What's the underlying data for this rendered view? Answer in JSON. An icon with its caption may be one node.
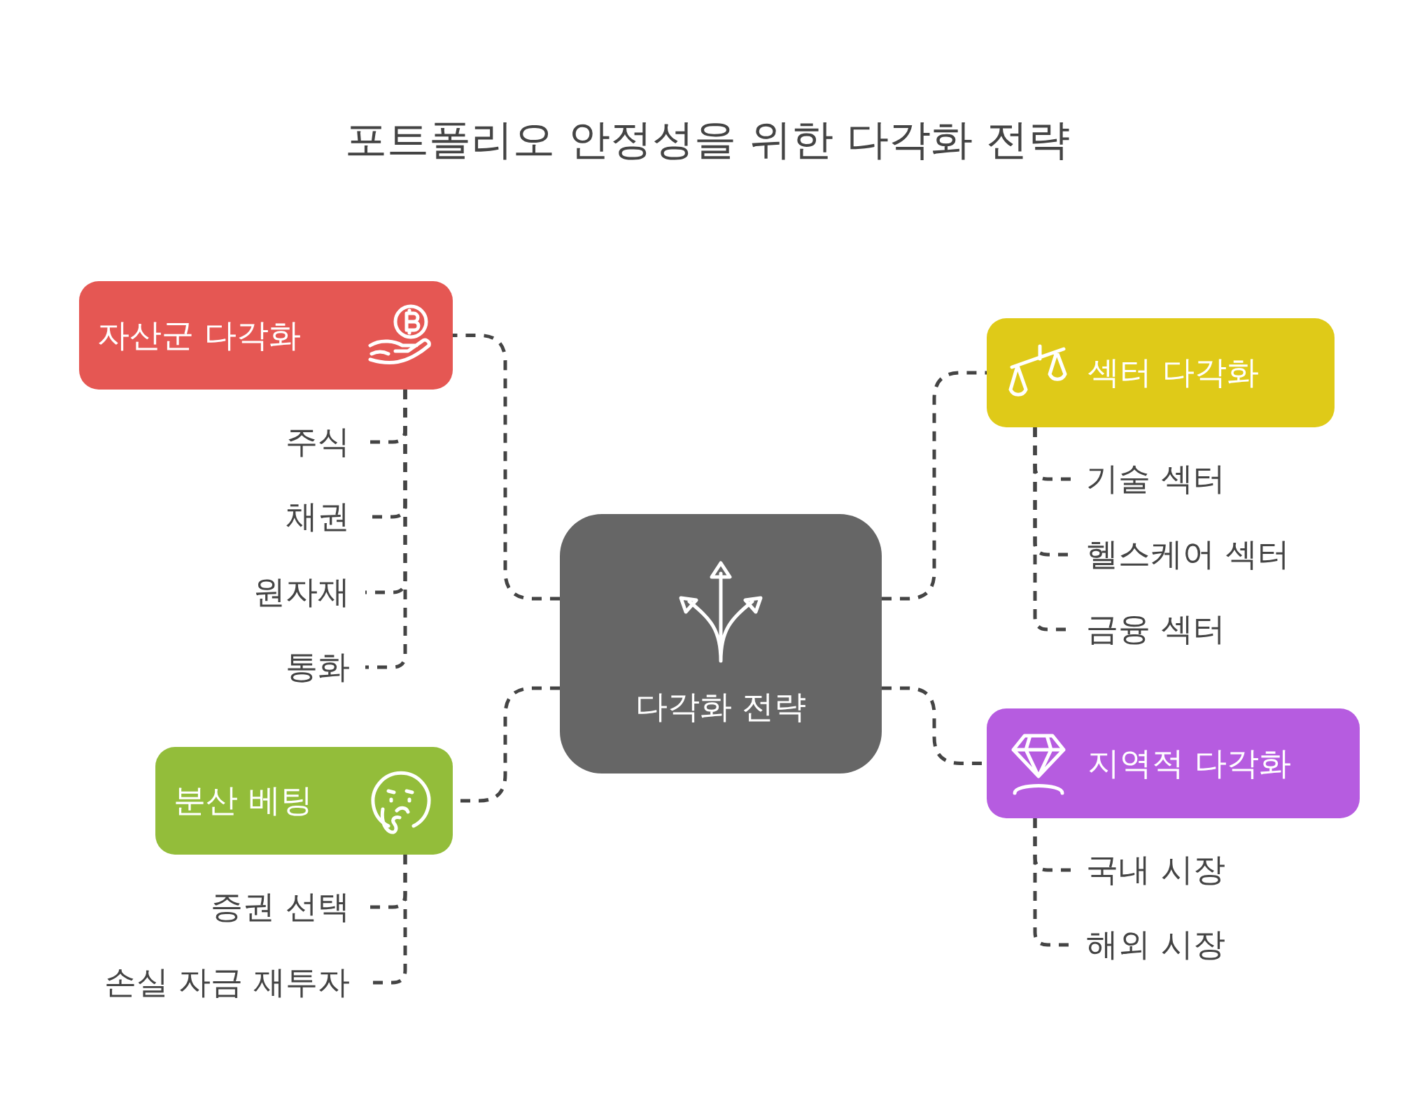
{
  "diagram": {
    "title": "포트폴리오 안정성을 위한 다각화 전략",
    "nodes": [
      {
        "text": [
          "다각화 전략"
        ]
      },
      {
        "text": [
          "자산군 다각화"
        ]
      },
      {
        "text": [
          "주식"
        ]
      },
      {
        "text": [
          "채권"
        ]
      },
      {
        "text": [
          "원자재"
        ]
      },
      {
        "text": [
          "통화"
        ]
      },
      {
        "text": [
          "섹터 다각화"
        ]
      },
      {
        "text": [
          "기술 섹터"
        ]
      },
      {
        "text": [
          "헬스케어 섹터"
        ]
      },
      {
        "text": [
          "금융 섹터"
        ]
      },
      {
        "text": [
          "분산 베팅"
        ]
      },
      {
        "text": [
          "증권 선택"
        ]
      },
      {
        "text": [
          "손실 자금 재투자"
        ]
      },
      {
        "text": [
          "지역적 다각화"
        ]
      },
      {
        "text": [
          "국내 시장"
        ]
      },
      {
        "text": [
          "해외 시장"
        ]
      }
    ],
    "edges": [
      {
        "from": 0,
        "to": 1,
        "arrow": "none",
        "style": "dashed"
      },
      {
        "from": 1,
        "to": 2,
        "arrow": "none",
        "style": "dashed"
      },
      {
        "from": 1,
        "to": 3,
        "arrow": "none",
        "style": "dashed"
      },
      {
        "from": 1,
        "to": 4,
        "arrow": "none",
        "style": "dashed"
      },
      {
        "from": 1,
        "to": 5,
        "arrow": "none",
        "style": "dashed"
      },
      {
        "from": 0,
        "to": 6,
        "arrow": "none",
        "style": "dashed"
      },
      {
        "from": 6,
        "to": 7,
        "arrow": "none",
        "style": "dashed"
      },
      {
        "from": 6,
        "to": 8,
        "arrow": "none",
        "style": "dashed"
      },
      {
        "from": 6,
        "to": 9,
        "arrow": "none",
        "style": "dashed"
      },
      {
        "from": 0,
        "to": 10,
        "arrow": "none",
        "style": "dashed"
      },
      {
        "from": 10,
        "to": 11,
        "arrow": "none",
        "style": "dashed"
      },
      {
        "from": 10,
        "to": 12,
        "arrow": "none",
        "style": "dashed"
      },
      {
        "from": 0,
        "to": 13,
        "arrow": "none",
        "style": "dashed"
      },
      {
        "from": 13,
        "to": 14,
        "arrow": "none",
        "style": "dashed"
      },
      {
        "from": 13,
        "to": 15,
        "arrow": "none",
        "style": "dashed"
      }
    ]
  }
}
